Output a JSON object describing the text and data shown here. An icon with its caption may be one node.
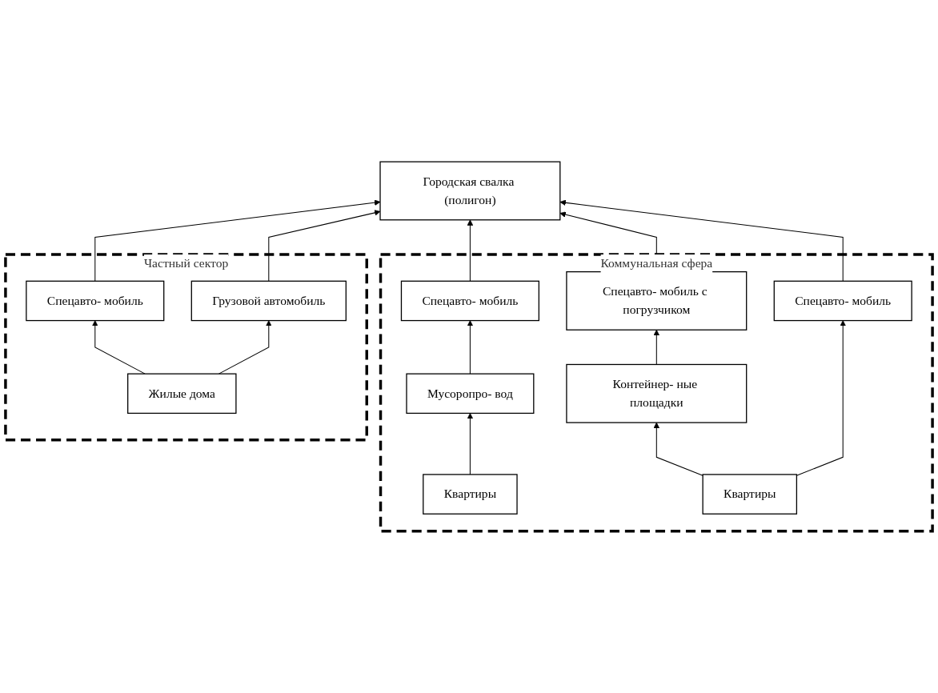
{
  "diagram": {
    "nodes": [
      {
        "text": [
          "Городская свалка (полигон)"
        ]
      },
      {
        "text": [
          "Частный сектор"
        ]
      },
      {
        "text": [
          "Спецавто- мобиль"
        ],
        "in": 1
      },
      {
        "text": [
          "Жилые дома"
        ],
        "in": 1
      },
      {
        "text": [
          "Грузовой автомобиль"
        ],
        "in": 1
      },
      {
        "text": [
          "Коммунальная сфера"
        ]
      },
      {
        "text": [
          "Спецавто- мобиль"
        ],
        "in": 5
      },
      {
        "text": [
          "Спецавто- мобиль с погрузчиком"
        ],
        "in": 5
      },
      {
        "text": [
          "Мусоропро- вод"
        ],
        "in": 5
      },
      {
        "text": [
          "Контейнер- ные площадки"
        ],
        "in": 5
      },
      {
        "text": [
          "Спецавто- мобиль"
        ],
        "in": 5
      },
      {
        "text": [
          "Квартиры"
        ],
        "in": 5
      },
      {
        "text": [
          "Квартиры"
        ],
        "in": 5
      }
    ],
    "edges": [
      {
        "from": 2,
        "to": 0,
        "arrow": "to"
      },
      {
        "from": 3,
        "to": 2,
        "arrow": "to"
      },
      {
        "from": 3,
        "to": 4,
        "arrow": "to"
      },
      {
        "from": 4,
        "to": 0,
        "arrow": "to"
      },
      {
        "from": 6,
        "to": 0,
        "arrow": "to"
      },
      {
        "from": 7,
        "to": 0,
        "arrow": "to"
      },
      {
        "from": 10,
        "to": 0,
        "arrow": "to"
      },
      {
        "from": 8,
        "to": 6,
        "arrow": "to"
      },
      {
        "from": 9,
        "to": 7,
        "arrow": "to"
      },
      {
        "from": 11,
        "to": 8,
        "arrow": "to"
      },
      {
        "from": 12,
        "to": 9,
        "arrow": "to"
      },
      {
        "from": 12,
        "to": 10,
        "arrow": "to"
      }
    ]
  }
}
